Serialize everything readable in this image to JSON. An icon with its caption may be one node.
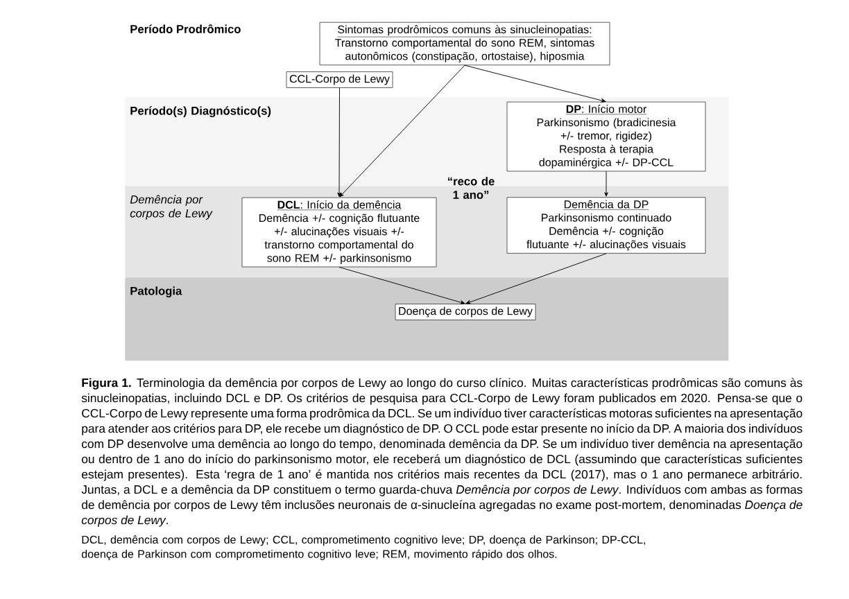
{
  "diagram": {
    "caption": "**Figura 1.** Terminologia da demência por corpos de Lewy ao longo do curso clínico. Muitas características prodrômicas são comuns às sinucleinopatias, incluindo DCL e DP. Os critérios de pesquisa para CCL-Corpo de Lewy foram publicados em 2020. Pensa-se que o CCL-Corpo de Lewy represente uma forma prodrômica da DCL. Se um indivíduo tiver características motoras suficientes na apresentação para atender aos critérios para DP, ele recebe um diagnóstico de DP. O CCL pode estar presente no início da DP. A maioria dos indivíduos com DP desenvolve uma demência ao longo do tempo, denominada demência da DP. Se um indivíduo tiver demência na apresentação ou dentro de 1 ano do início do parkinsonismo motor, ele receberá um diagnóstico de DCL (assumindo que características suficientes estejam presentes). Esta ‘regra de 1 ano’ é mantida nos critérios mais recentes da DCL (2017), mas o 1 ano permanece arbitrário. Juntas, a DCL e a demência da DP constituem o termo guarda-chuva *Demência por corpos de Lewy*. Indivíduos com ambas as formas de demência por corpos de Lewy têm inclusões neuronais de α-sinucleína agregadas no exame post-mortem, denominadas *Doença de corpos de Lewy*.",
    "nodes": [
      {
        "text": [
          "Período(s) Diagnóstico(s)"
        ]
      },
      {
        "text": [
          "Demência por corpos de Lewy"
        ]
      },
      {
        "text": [
          "Patologia"
        ]
      },
      {
        "text": [
          "Sintomas prodrômicos comuns às sinucleinopatias:",
          "Transtorno comportamental do sono REM, sintomas autonômicos (constipação, ortostaise), hiposmia"
        ]
      },
      {
        "text": [
          "CCL-Corpo de Lewy"
        ]
      },
      {
        "text": [
          "**DP**: Início motor",
          "Parkinsonismo (bradicinesia +/- tremor, rigidez)",
          "Resposta à terapia dopaminérgica +/- DP-CCL"
        ],
        "in": 0
      },
      {
        "text": [
          "**DCL**: Início da demência",
          "Demência +/- cognição flutuante +/- alucinações visuais +/- transtorno comportamental do sono REM +/- parkinsonismo"
        ],
        "in": 1
      },
      {
        "text": [
          "Demência da DP",
          "Parkinsonismo continuado",
          "Demência +/- cognição flutuante +/- alucinações visuais"
        ],
        "in": 1
      },
      {
        "text": [
          "Doença de corpos de Lewy"
        ],
        "in": 2
      }
    ],
    "edges": [
      {
        "from": 4,
        "to": 6,
        "arrow": "to"
      },
      {
        "from": 3,
        "to": 6,
        "arrow": "to"
      },
      {
        "from": 3,
        "to": 5,
        "arrow": "to"
      },
      {
        "from": 5,
        "to": 7,
        "arrow": "to"
      },
      {
        "from": 6,
        "to": 8,
        "arrow": "to"
      },
      {
        "from": 7,
        "to": 8,
        "arrow": "to"
      }
    ],
    "labels": [
      "Período Prodrômico",
      "“reco de 1 ano”",
      "DCL, demência com corpos de Lewy; CCL, comprometimento cognitivo leve; DP, doença de Parkinson; DP-CCL, doença de Parkinson com comprometimento cognitivo leve; REM, movimento rápido dos olhos."
    ]
  }
}
